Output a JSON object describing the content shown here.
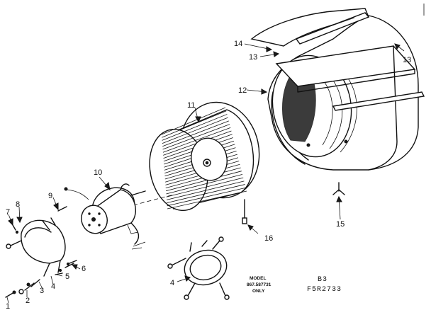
{
  "callouts": {
    "c1": "1",
    "c2": "2",
    "c3": "3",
    "c4": "4",
    "c4b": "4",
    "c5": "5",
    "c6": "6",
    "c7": "7",
    "c8": "8",
    "c9": "9",
    "c10": "10",
    "c11": "11",
    "c12": "12",
    "c13a": "13",
    "c13b": "13",
    "c14": "14",
    "c15": "15",
    "c16": "16"
  },
  "model_note": {
    "line1": "MODEL",
    "line2": "867.587731",
    "line3": "ONLY"
  },
  "reference": {
    "code1": "B3",
    "code2": "F5R2733"
  }
}
